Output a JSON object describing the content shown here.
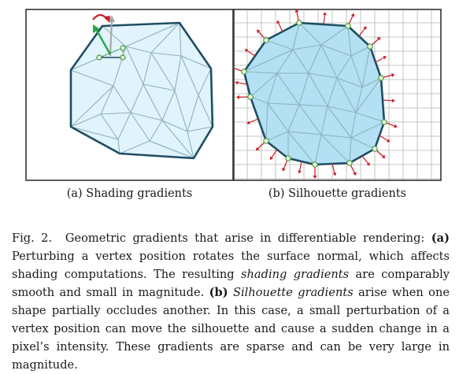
{
  "figure": {
    "panel_a_label": "(a) Shading gradients",
    "panel_b_label": "(b) Silhouette gradients"
  },
  "caption": {
    "fig_label": "Fig. 2.",
    "text_1": "Geometric gradients that arise in differentiable rendering: ",
    "a_marker": "(a)",
    "text_2": " Perturbing a vertex position rotates the surface normal, which affects shading computations. The resulting ",
    "term_1": "shading gradients",
    "text_3": " are comparably smooth and small in magnitude. ",
    "b_marker": "(b)",
    "text_4": " ",
    "term_2": "Silhouette gradients",
    "text_5": " arise when one shape partially occludes another. In this case, a small perturbation of a vertex position can move the silhouette and cause a sudden change in a pixel’s intensity. These gradients are sparse and can be very large in magnitude."
  },
  "colors": {
    "mesh_fill_a": "#e1f3fb",
    "mesh_fill_b": "#b3e0f2",
    "outline": "#1f4d63",
    "edge": "#8fb1bf",
    "arrow_red": "#c8202b",
    "arrow_green": "#28a745",
    "arrow_gray": "#a8a8a8",
    "vertex_fill": "#e8f6e2",
    "vertex_stroke": "#4a9a3a"
  }
}
